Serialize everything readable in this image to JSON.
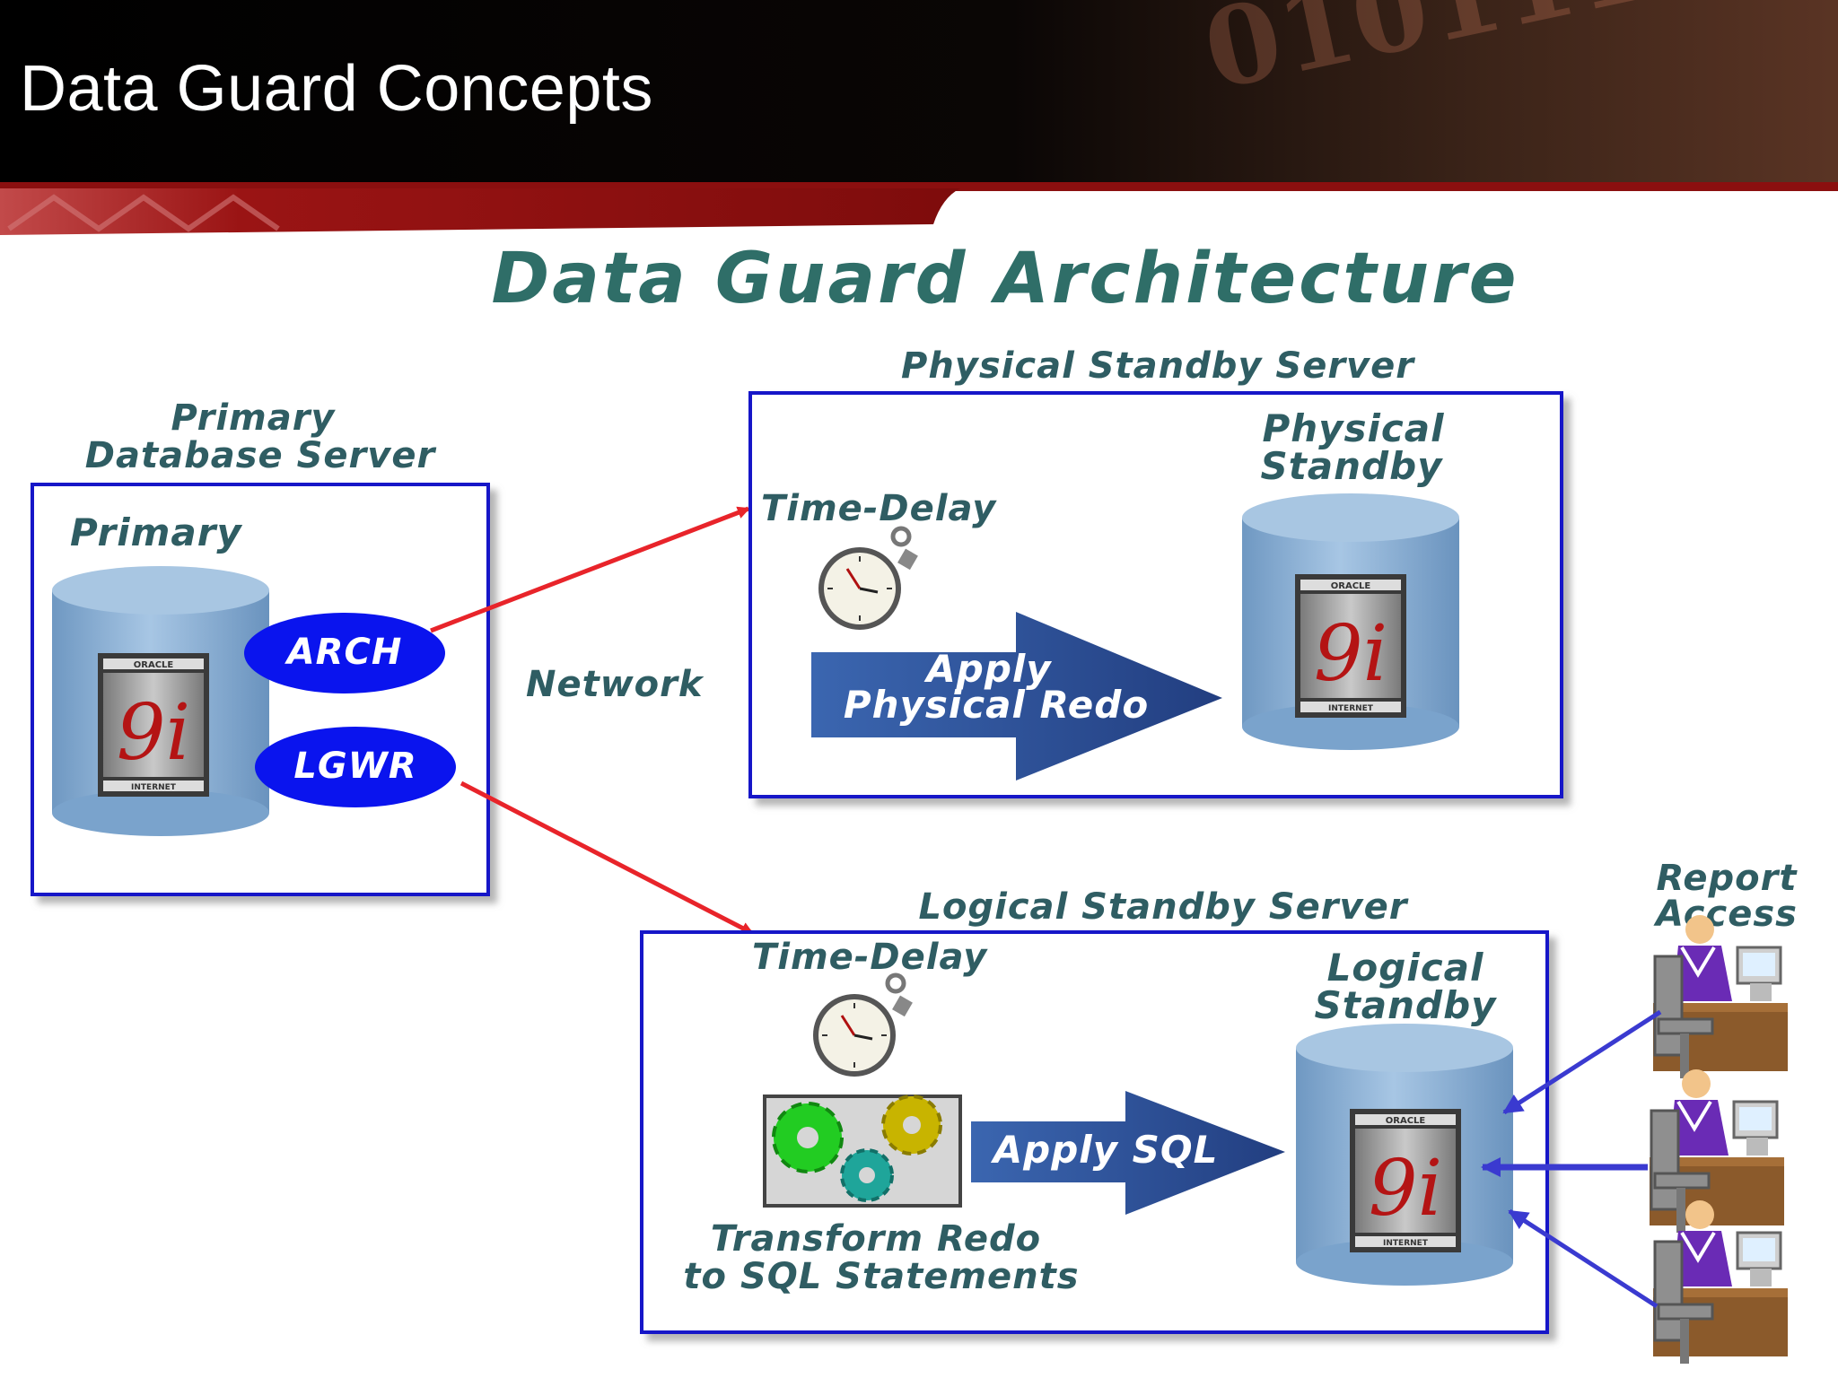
{
  "slide": {
    "title": "Data Guard Concepts"
  },
  "diagram": {
    "title": "Data Guard Architecture",
    "primary_server": {
      "title_line1": "Primary",
      "title_line2": "Database Server",
      "db_label": "Primary"
    },
    "processes": {
      "arch": "ARCH",
      "lgwr": "LGWR"
    },
    "network_label": "Network",
    "physical_server": {
      "title": "Physical Standby Server",
      "time_delay": "Time-Delay",
      "apply_line1": "Apply",
      "apply_line2": "Physical Redo",
      "db_line1": "Physical",
      "db_line2": "Standby"
    },
    "logical_server": {
      "title": "Logical Standby Server",
      "time_delay": "Time-Delay",
      "apply_label": "Apply SQL",
      "transform_line1": "Transform Redo",
      "transform_line2": "to SQL Statements",
      "db_line1": "Logical",
      "db_line2": "Standby"
    },
    "report_access": {
      "line1": "Report",
      "line2": "Access"
    },
    "oracle_logo": {
      "top": "ORACLE",
      "mark": "9i",
      "bottom": "INTERNET"
    }
  },
  "colors": {
    "header_bg": "#000000",
    "header_red": "#8b0f0f",
    "title_text": "#2f6e68",
    "label_text": "#2f5d63",
    "box_border": "#1616c8",
    "cylinder": "#8fb4d6",
    "process_oval": "#0a14ee",
    "arrow_red": "#e8242a",
    "arrow_blue": "#3a3ad0",
    "apply_arrow": "#2a4f96"
  }
}
